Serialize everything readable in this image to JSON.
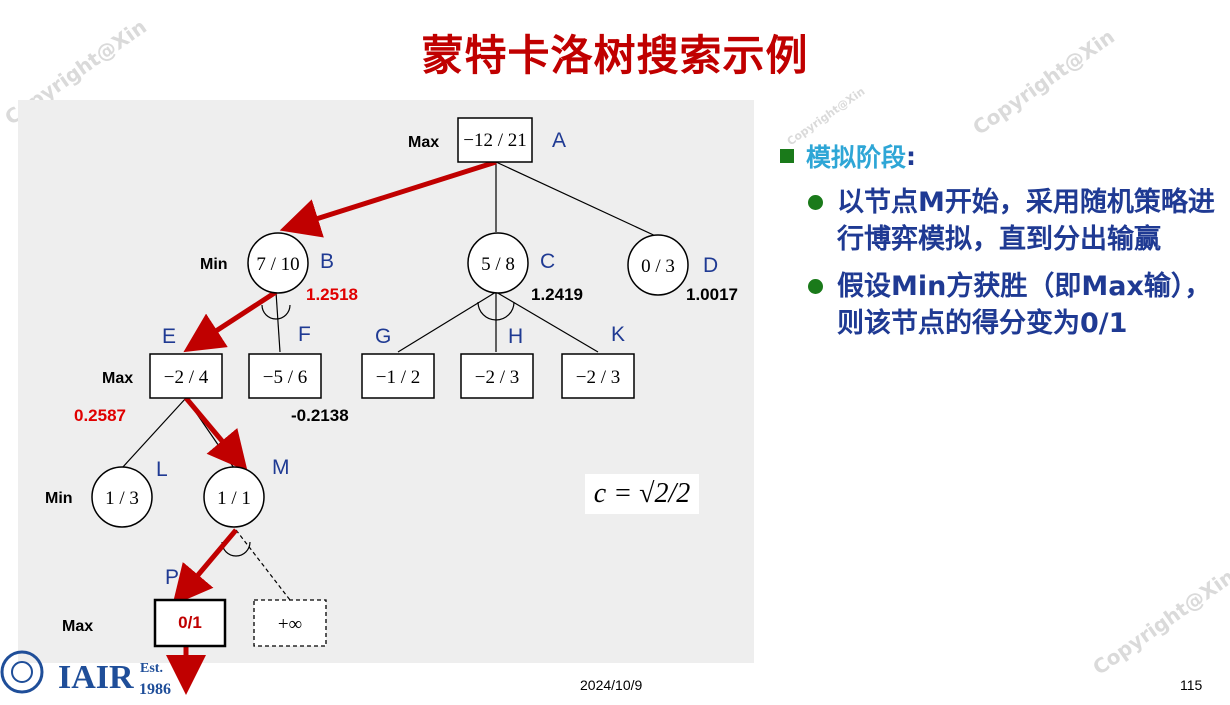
{
  "title": "蒙特卡洛树搜索示例",
  "tree": {
    "nodes": {
      "A": {
        "letter": "A",
        "value": "−12 / 21",
        "role": "Max"
      },
      "B": {
        "letter": "B",
        "value": "7 / 10",
        "role": "Min",
        "score": "1.2518"
      },
      "C": {
        "letter": "C",
        "value": "5 / 8",
        "score": "1.2419"
      },
      "D": {
        "letter": "D",
        "value": "0 / 3",
        "score": "1.0017"
      },
      "E": {
        "letter": "E",
        "value": "−2 / 4",
        "role": "Max",
        "score": "0.2587"
      },
      "F": {
        "letter": "F",
        "value": "−5 / 6",
        "score": "-0.2138"
      },
      "G": {
        "letter": "G",
        "value": "−1 / 2"
      },
      "H": {
        "letter": "H",
        "value": "−2 / 3"
      },
      "K": {
        "letter": "K",
        "value": "−2 / 3"
      },
      "L": {
        "letter": "L",
        "value": "1 / 3",
        "role": "Min"
      },
      "M": {
        "letter": "M",
        "value": "1 / 1"
      },
      "P": {
        "letter": "P",
        "value": "0/1",
        "role": "Max"
      },
      "INF": {
        "value": "+∞"
      }
    },
    "formula": "c = √2/2"
  },
  "right": {
    "section_prefix": "模拟阶段",
    "section_suffix": ":",
    "bullets": [
      "以节点M开始，采用随机策略进行博弈模拟，直到分出输赢",
      "假设Min方获胜（即Max输），则该节点的得分变为0/1"
    ]
  },
  "footer": {
    "date": "2024/10/9",
    "page": "115"
  },
  "logo": {
    "text": "IAIR",
    "est": "Est.",
    "year": "1986"
  },
  "watermark": "Copyright@Xin",
  "colors": {
    "title": "#c00000",
    "accent_arrow": "#c00000",
    "bullet": "#1a7a1a",
    "text": "#1f3a93"
  }
}
